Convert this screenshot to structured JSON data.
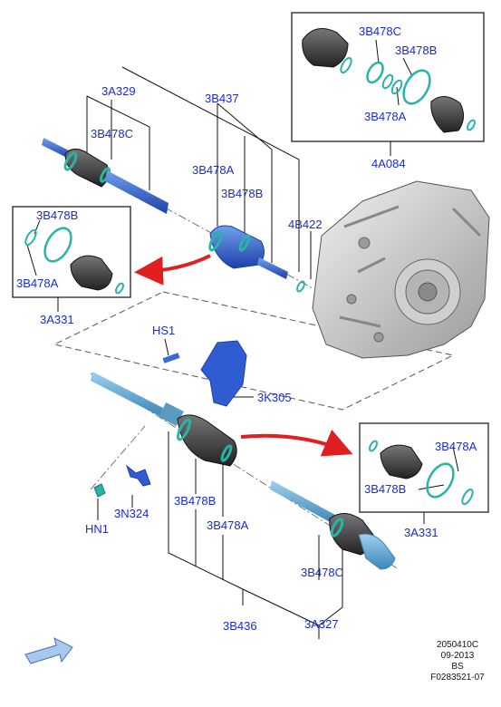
{
  "labels": {
    "a3a329": "3A329",
    "a3b437": "3B437",
    "a3b478c_top": "3B478C",
    "a3b478a_mid": "3B478A",
    "a3b478b_mid": "3B478B",
    "a4b422": "4B422",
    "box_top_c": "3B478C",
    "box_top_b": "3B478B",
    "box_top_a": "3B478A",
    "a4a084": "4A084",
    "box_left_b": "3B478B",
    "box_left_a": "3B478A",
    "a3a331_left": "3A331",
    "hs1": "HS1",
    "a3k305": "3K305",
    "box_right_a": "3B478A",
    "box_right_b": "3B478B",
    "a3a331_right": "3A331",
    "a3b478b_bot": "3B478B",
    "a3b478a_bot": "3B478A",
    "a3n324": "3N324",
    "hn1": "HN1",
    "a3b478c_bot": "3B478C",
    "a3b436": "3B436",
    "a3a327": "3A327"
  },
  "meta": {
    "line1": "2050410C",
    "line2": "09-2013",
    "line3": "BS",
    "line4": "F0283521-07"
  },
  "colors": {
    "label_blue": "#1a2ad8",
    "shaft_blue": "#2a52c8",
    "seal_teal": "#2ab3a6",
    "arrow_red": "#e02020",
    "boot_dark": "#3a3a3a"
  }
}
